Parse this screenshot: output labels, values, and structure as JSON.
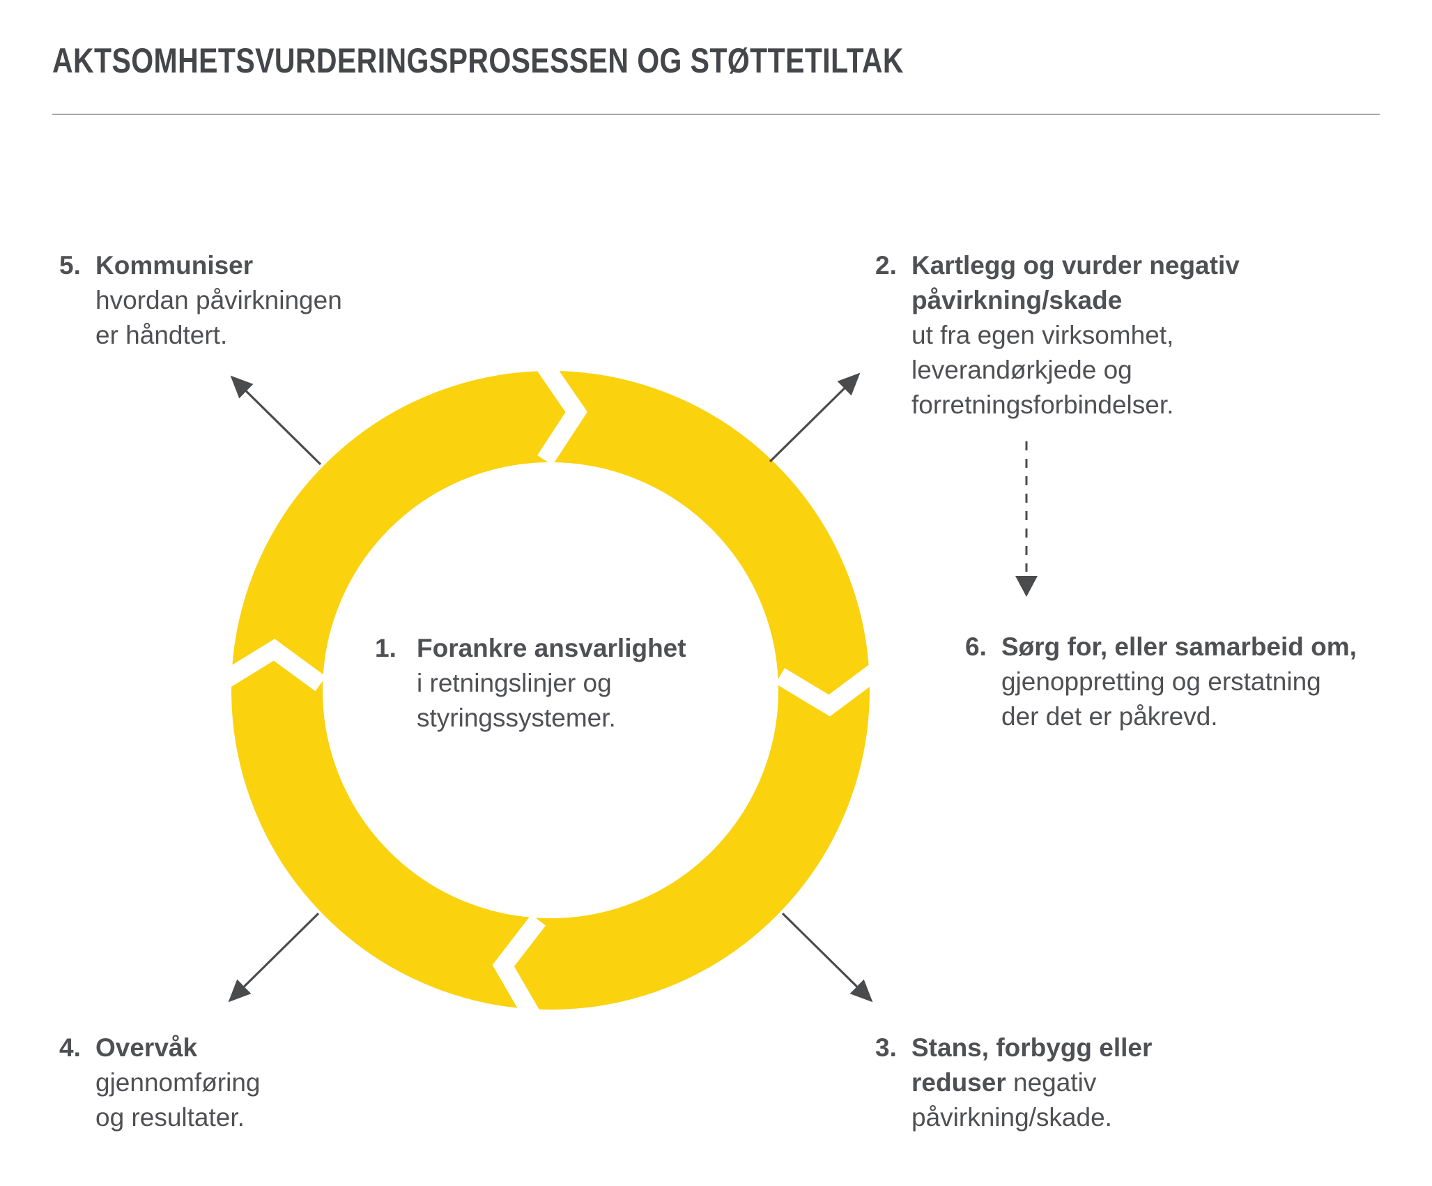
{
  "title": "AKTSOMHETSVURDERINGSPROSESSEN OG STØTTETILTAK",
  "colors": {
    "ring_yellow": "#FBD20E",
    "text_gray": "#4F5053",
    "arrow_gray": "#4A4B4D",
    "divider_gray": "#A9A9A9"
  },
  "steps": [
    {
      "id": "step1",
      "number": "1.",
      "lines": [
        [
          {
            "t": "Forankre ansvarlighet",
            "b": true
          }
        ],
        [
          {
            "t": "i retningslinjer og",
            "b": false
          }
        ],
        [
          {
            "t": "styringssystemer.",
            "b": false
          }
        ]
      ]
    },
    {
      "id": "step2",
      "number": "2.",
      "lines": [
        [
          {
            "t": "Kartlegg og vurder negativ",
            "b": true
          }
        ],
        [
          {
            "t": "påvirkning/skade",
            "b": true
          }
        ],
        [
          {
            "t": "ut fra egen virksomhet,",
            "b": false
          }
        ],
        [
          {
            "t": "leverandørkjede og",
            "b": false
          }
        ],
        [
          {
            "t": "forretningsforbindelser.",
            "b": false
          }
        ]
      ]
    },
    {
      "id": "step3",
      "number": "3.",
      "lines": [
        [
          {
            "t": "Stans, forbygg eller",
            "b": true
          }
        ],
        [
          {
            "t": "reduser",
            "b": true
          },
          {
            "t": " negativ",
            "b": false
          }
        ],
        [
          {
            "t": "påvirkning/skade.",
            "b": false
          }
        ]
      ]
    },
    {
      "id": "step4",
      "number": "4.",
      "lines": [
        [
          {
            "t": "Overvåk",
            "b": true
          }
        ],
        [
          {
            "t": "gjennomføring",
            "b": false
          }
        ],
        [
          {
            "t": "og resultater.",
            "b": false
          }
        ]
      ]
    },
    {
      "id": "step5",
      "number": "5.",
      "lines": [
        [
          {
            "t": "Kommuniser",
            "b": true
          }
        ],
        [
          {
            "t": "hvordan påvirkningen",
            "b": false
          }
        ],
        [
          {
            "t": "er håndtert.",
            "b": false
          }
        ]
      ]
    },
    {
      "id": "step6",
      "number": "6.",
      "lines": [
        [
          {
            "t": "Sørg for, eller samarbeid om,",
            "b": true
          }
        ],
        [
          {
            "t": "gjenoppretting og erstatning",
            "b": false
          }
        ],
        [
          {
            "t": "der det er påkrevd.",
            "b": false
          }
        ]
      ]
    }
  ]
}
